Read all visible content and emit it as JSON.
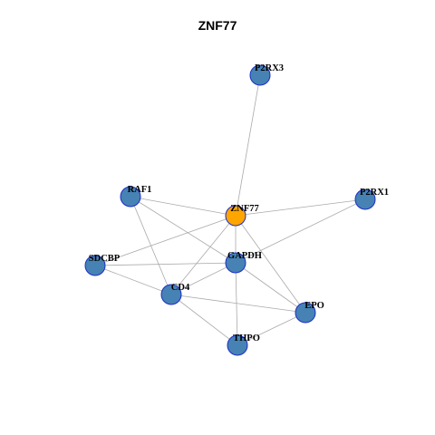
{
  "title": "ZNF77",
  "colors": {
    "node_fill": "#4682B4",
    "node_stroke": "#1C2DC8",
    "focus_fill": "#FFA500",
    "edge": "#AAAAAA"
  },
  "nodes": [
    {
      "id": "P2RX3",
      "label": "P2RX3",
      "focus": false
    },
    {
      "id": "RAF1",
      "label": "RAF1",
      "focus": false
    },
    {
      "id": "ZNF77",
      "label": "ZNF77",
      "focus": true
    },
    {
      "id": "P2RX1",
      "label": "P2RX1",
      "focus": false
    },
    {
      "id": "SDCBP",
      "label": "SDCBP",
      "focus": false
    },
    {
      "id": "GAPDH",
      "label": "GAPDH",
      "focus": false
    },
    {
      "id": "CD4",
      "label": "CD4",
      "focus": false
    },
    {
      "id": "EPO",
      "label": "EPO",
      "focus": false
    },
    {
      "id": "THPO",
      "label": "THPO",
      "focus": false
    }
  ],
  "edges": [
    [
      "P2RX3",
      "ZNF77"
    ],
    [
      "RAF1",
      "ZNF77"
    ],
    [
      "RAF1",
      "GAPDH"
    ],
    [
      "RAF1",
      "CD4"
    ],
    [
      "ZNF77",
      "P2RX1"
    ],
    [
      "ZNF77",
      "SDCBP"
    ],
    [
      "ZNF77",
      "GAPDH"
    ],
    [
      "ZNF77",
      "CD4"
    ],
    [
      "ZNF77",
      "EPO"
    ],
    [
      "P2RX1",
      "GAPDH"
    ],
    [
      "SDCBP",
      "GAPDH"
    ],
    [
      "SDCBP",
      "CD4"
    ],
    [
      "GAPDH",
      "CD4"
    ],
    [
      "GAPDH",
      "EPO"
    ],
    [
      "GAPDH",
      "THPO"
    ],
    [
      "CD4",
      "EPO"
    ],
    [
      "CD4",
      "THPO"
    ],
    [
      "EPO",
      "THPO"
    ]
  ]
}
